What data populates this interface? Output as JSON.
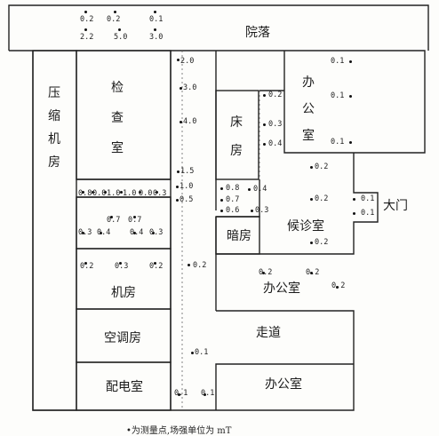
{
  "rooms": {
    "corridor_top": "院落",
    "compressor_room": "压缩机房",
    "inspection_room": "检查室",
    "ward": "床房",
    "office_top_right": "办公室",
    "main_gate": "大门",
    "waiting_room": "候诊室",
    "darkroom": "暗房",
    "machine_room": "机房",
    "office_mid": "办公室",
    "aircon_room": "空调房",
    "corridor": "走道",
    "power_room": "配电室",
    "office_bottom": "办公室"
  },
  "measurements": [
    "0.2",
    "0.2",
    "0.1",
    "2.2",
    "5.0",
    "3.0",
    "2.0",
    "3.0",
    "4.0",
    "1.5",
    "1.0",
    "0.5",
    "0.1",
    "0.1",
    "0.1",
    "0.2",
    "0.3",
    "0.4",
    "0.8",
    "0.4",
    "0.7",
    "0.6",
    "0.3",
    "0.2",
    "0.2",
    "0.1",
    "0.1",
    "0.2",
    "0.8",
    "0.0",
    "1.0",
    "1.0",
    "0.0",
    "0.3",
    "0.7",
    "0.7",
    "0.3",
    "0.4",
    "0.4",
    "0.3",
    "0.2",
    "0.3",
    "0.2",
    "0.2",
    "0.2",
    "0.2",
    "0.2",
    "0.1",
    "0.1",
    "0.1"
  ],
  "caption": "•为测量点,场强单位为 mT"
}
